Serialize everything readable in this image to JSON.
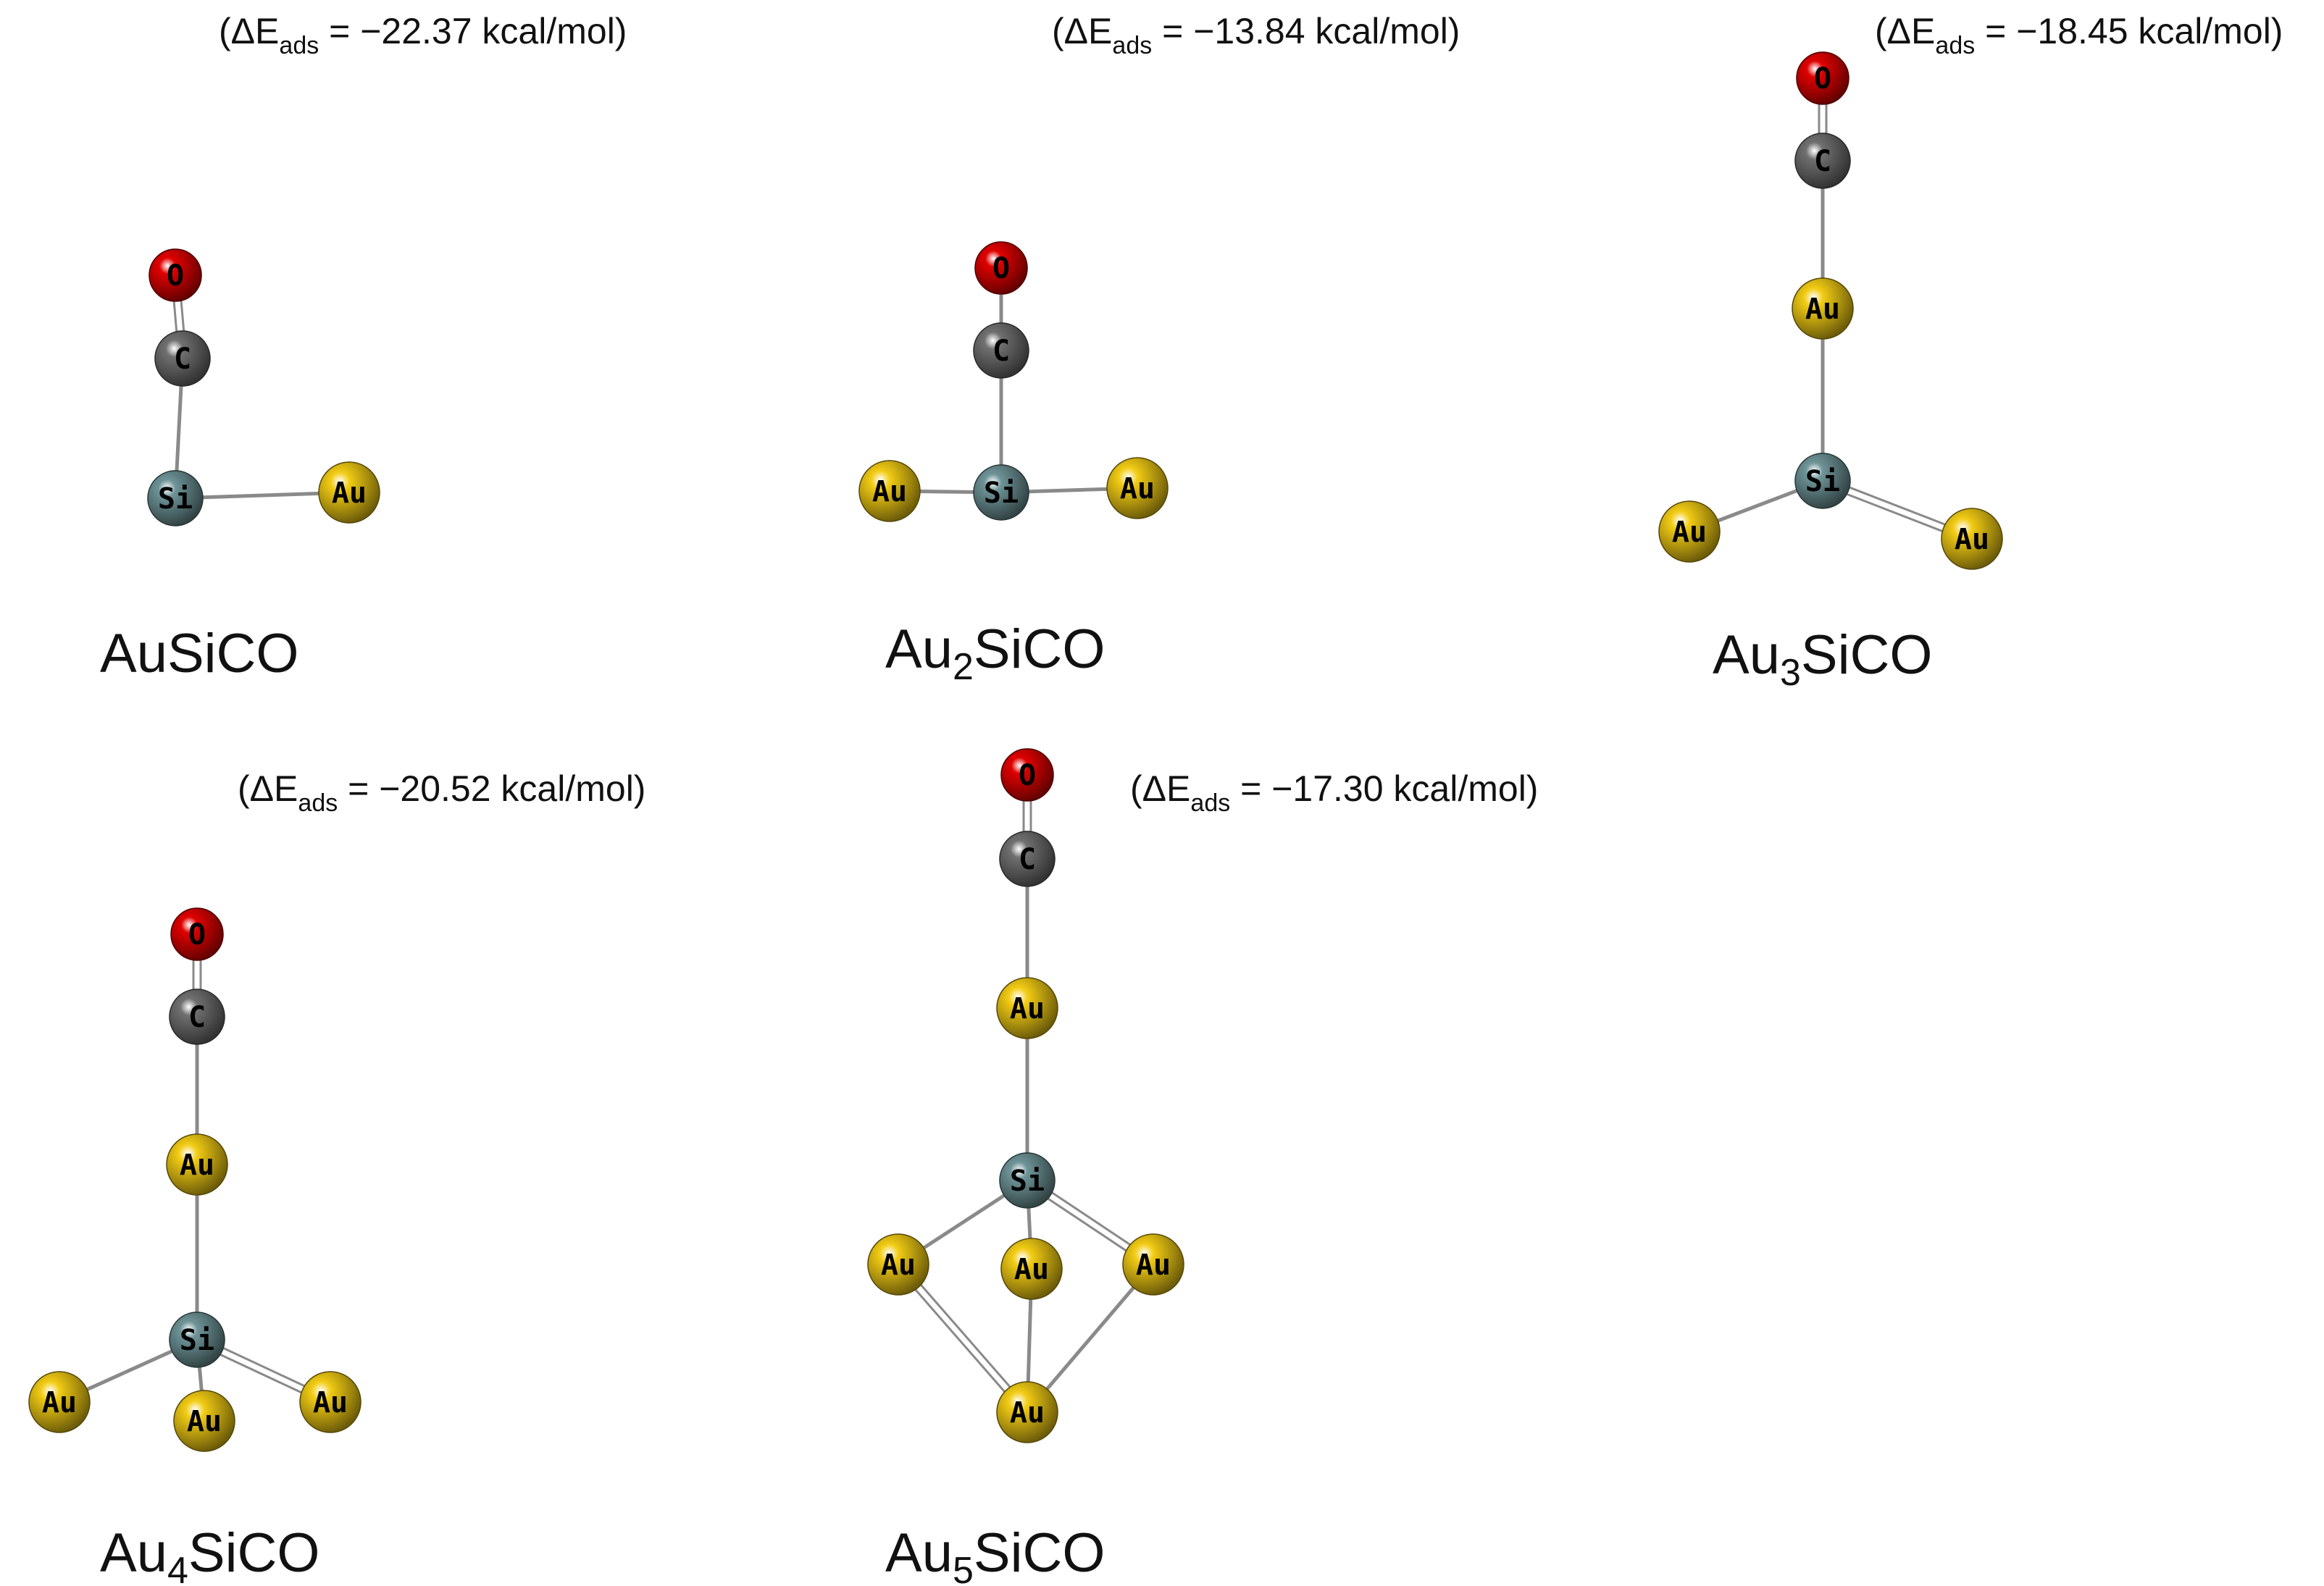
{
  "colors": {
    "O": "#e00000",
    "C": "#707070",
    "Au": "#f2cc14",
    "Si": "#6e9498",
    "bond": "#8a8a8a",
    "text": "#111111"
  },
  "panels": [
    {
      "formula": {
        "base": "Au",
        "sub": "",
        "rest": "SiCO"
      },
      "energy": {
        "prefix": "(ΔE",
        "sub": "ads",
        "rest": " = −22.37 kcal/mol)"
      },
      "atoms": [
        {
          "id": "O",
          "el": "O",
          "label": "O"
        },
        {
          "id": "C",
          "el": "C",
          "label": "C"
        },
        {
          "id": "Si",
          "el": "Si",
          "label": "Si"
        },
        {
          "id": "Au1",
          "el": "Au",
          "label": "Au"
        }
      ]
    },
    {
      "formula": {
        "base": "Au",
        "sub": "2",
        "rest": "SiCO"
      },
      "energy": {
        "prefix": "(ΔE",
        "sub": "ads",
        "rest": " = −13.84 kcal/mol)"
      },
      "atoms": [
        {
          "id": "O",
          "el": "O",
          "label": "O"
        },
        {
          "id": "C",
          "el": "C",
          "label": "C"
        },
        {
          "id": "Au1",
          "el": "Au",
          "label": "Au"
        },
        {
          "id": "Si",
          "el": "Si",
          "label": "Si"
        },
        {
          "id": "Au2",
          "el": "Au",
          "label": "Au"
        }
      ]
    },
    {
      "formula": {
        "base": "Au",
        "sub": "3",
        "rest": "SiCO"
      },
      "energy": {
        "prefix": "(ΔE",
        "sub": "ads",
        "rest": " = −18.45 kcal/mol)"
      },
      "atoms": [
        {
          "id": "O",
          "el": "O",
          "label": "O"
        },
        {
          "id": "C",
          "el": "C",
          "label": "C"
        },
        {
          "id": "Au1",
          "el": "Au",
          "label": "Au"
        },
        {
          "id": "Si",
          "el": "Si",
          "label": "Si"
        },
        {
          "id": "Au2",
          "el": "Au",
          "label": "Au"
        },
        {
          "id": "Au3",
          "el": "Au",
          "label": "Au"
        }
      ]
    },
    {
      "formula": {
        "base": "Au",
        "sub": "4",
        "rest": "SiCO"
      },
      "energy": {
        "prefix": "(ΔE",
        "sub": "ads",
        "rest": " = −20.52 kcal/mol)"
      },
      "atoms": [
        {
          "id": "O",
          "el": "O",
          "label": "O"
        },
        {
          "id": "C",
          "el": "C",
          "label": "C"
        },
        {
          "id": "Au1",
          "el": "Au",
          "label": "Au"
        },
        {
          "id": "Si",
          "el": "Si",
          "label": "Si"
        },
        {
          "id": "Au2",
          "el": "Au",
          "label": "Au"
        },
        {
          "id": "Au3",
          "el": "Au",
          "label": "Au"
        },
        {
          "id": "Au4",
          "el": "Au",
          "label": "Au"
        }
      ]
    },
    {
      "formula": {
        "base": "Au",
        "sub": "5",
        "rest": "SiCO"
      },
      "energy": {
        "prefix": "(ΔE",
        "sub": "ads",
        "rest": " = −17.30 kcal/mol)"
      },
      "atoms": [
        {
          "id": "O",
          "el": "O",
          "label": "O"
        },
        {
          "id": "C",
          "el": "C",
          "label": "C"
        },
        {
          "id": "Au1",
          "el": "Au",
          "label": "Au"
        },
        {
          "id": "Si",
          "el": "Si",
          "label": "Si"
        },
        {
          "id": "Au2",
          "el": "Au",
          "label": "Au"
        },
        {
          "id": "Au3",
          "el": "Au",
          "label": "Au"
        },
        {
          "id": "Au4",
          "el": "Au",
          "label": "Au"
        },
        {
          "id": "Au5",
          "el": "Au",
          "label": "Au"
        }
      ]
    }
  ]
}
